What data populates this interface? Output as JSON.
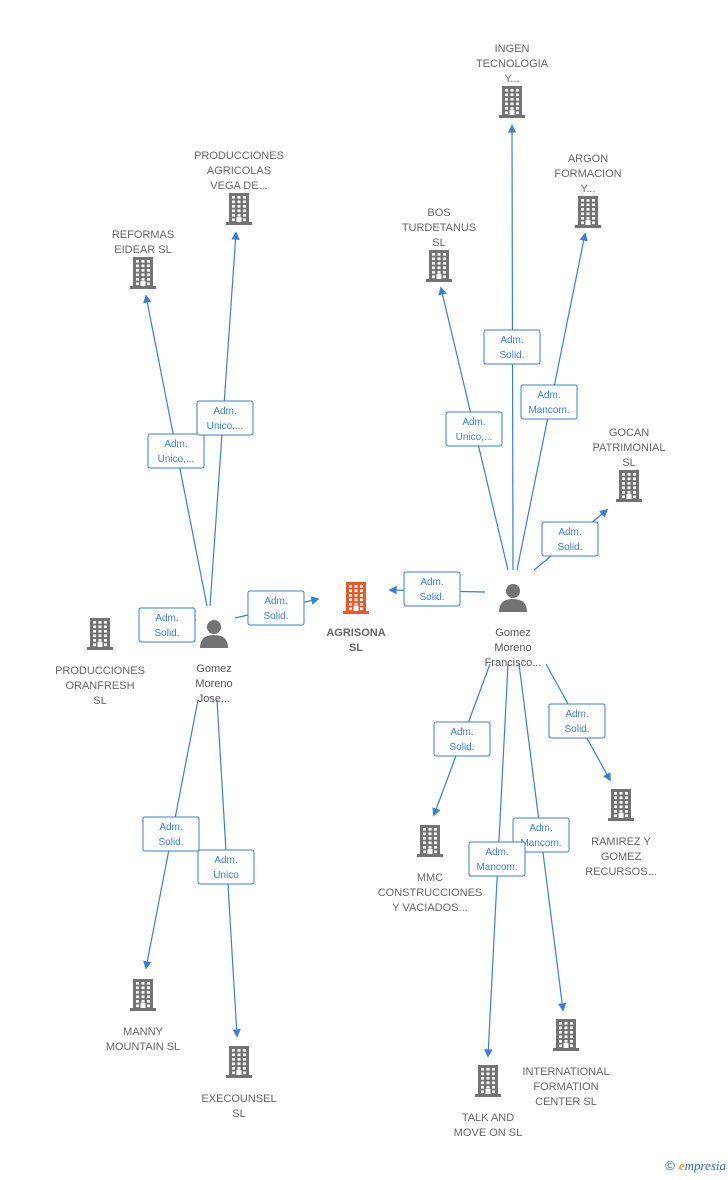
{
  "colors": {
    "edge": "#3a7fd5",
    "building": "#737373",
    "center_building": "#e8582a",
    "person": "#737373"
  },
  "center": {
    "label": [
      "AGRISONA",
      "SL"
    ]
  },
  "persons": [
    {
      "id": "jose",
      "label": [
        "Gomez",
        "Moreno",
        "Jose..."
      ]
    },
    {
      "id": "francisco",
      "label": [
        "Gomez",
        "Moreno",
        "Francisco..."
      ]
    }
  ],
  "companies": [
    {
      "id": "reformas",
      "label": [
        "REFORMAS",
        "EIDEAR  SL"
      ]
    },
    {
      "id": "prod_agricolas",
      "label": [
        "PRODUCCIONES",
        "AGRICOLAS",
        "VEGA DE..."
      ]
    },
    {
      "id": "prod_oranfresh",
      "label": [
        "PRODUCCIONES",
        "ORANFRESH",
        "SL"
      ]
    },
    {
      "id": "manny",
      "label": [
        "MANNY",
        "MOUNTAIN  SL"
      ]
    },
    {
      "id": "execounsel",
      "label": [
        "EXECOUNSEL",
        "SL"
      ]
    },
    {
      "id": "ingen",
      "label": [
        "INGEN",
        "TECNOLOGIA",
        "Y..."
      ]
    },
    {
      "id": "bos",
      "label": [
        "BOS",
        "TURDETANUS",
        "SL"
      ]
    },
    {
      "id": "argon",
      "label": [
        "ARGON",
        "FORMACION",
        "Y..."
      ]
    },
    {
      "id": "gocan",
      "label": [
        "GOCAN",
        "PATRIMONIAL",
        "SL"
      ]
    },
    {
      "id": "ramirez",
      "label": [
        "RAMIREZ Y",
        "GOMEZ",
        "RECURSOS..."
      ]
    },
    {
      "id": "mmc",
      "label": [
        "MMC",
        "CONSTRUCCIONES",
        "Y VACIADOS..."
      ]
    },
    {
      "id": "talk",
      "label": [
        "TALK AND",
        "MOVE ON  SL"
      ]
    },
    {
      "id": "international",
      "label": [
        "INTERNATIONAL",
        "FORMATION",
        "CENTER SL"
      ]
    }
  ],
  "edges": [
    {
      "from": "jose",
      "to": "reformas",
      "label": [
        "Adm.",
        "Unico,..."
      ]
    },
    {
      "from": "jose",
      "to": "prod_agricolas",
      "label": [
        "Adm.",
        "Unico,..."
      ]
    },
    {
      "from": "jose",
      "to": "prod_oranfresh",
      "label": [
        "Adm.",
        "Solid."
      ]
    },
    {
      "from": "jose",
      "to": "center",
      "label": [
        "Adm.",
        "Solid."
      ]
    },
    {
      "from": "jose",
      "to": "manny",
      "label": [
        "Adm.",
        "Solid."
      ]
    },
    {
      "from": "jose",
      "to": "execounsel",
      "label": [
        "Adm.",
        "Unico"
      ]
    },
    {
      "from": "francisco",
      "to": "center",
      "label": [
        "Adm.",
        "Solid."
      ]
    },
    {
      "from": "francisco",
      "to": "ingen",
      "label": [
        "Adm.",
        "Solid."
      ]
    },
    {
      "from": "francisco",
      "to": "bos",
      "label": [
        "Adm.",
        "Unico,..."
      ]
    },
    {
      "from": "francisco",
      "to": "argon",
      "label": [
        "Adm.",
        "Mancom."
      ]
    },
    {
      "from": "francisco",
      "to": "gocan",
      "label": [
        "Adm.",
        "Solid."
      ]
    },
    {
      "from": "francisco",
      "to": "ramirez",
      "label": [
        "Adm.",
        "Solid."
      ]
    },
    {
      "from": "francisco",
      "to": "mmc",
      "label": [
        "Adm.",
        "Solid."
      ]
    },
    {
      "from": "francisco",
      "to": "international",
      "label": [
        "Adm.",
        "Mancom."
      ]
    },
    {
      "from": "francisco",
      "to": "talk",
      "label": [
        "Adm.",
        "Mancom."
      ]
    }
  ],
  "footer": {
    "copyright": "©",
    "brand_e": "e",
    "brand_rest": "mpresia"
  }
}
